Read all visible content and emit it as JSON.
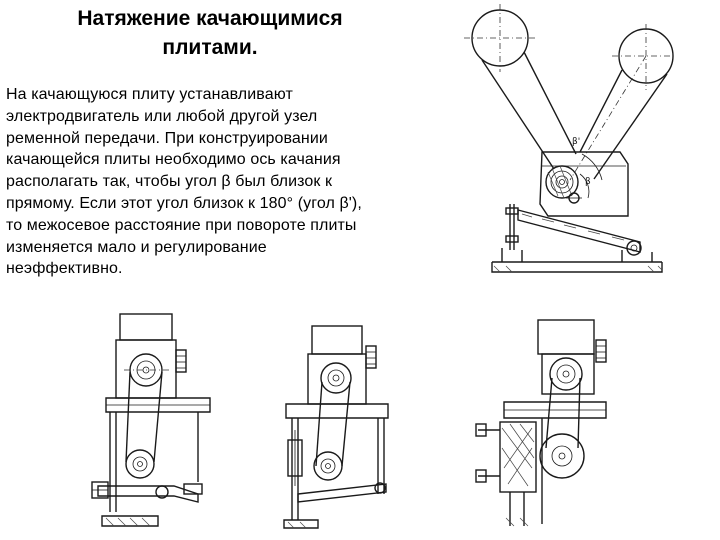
{
  "title_lines": [
    "Натяжение качающимися",
    "плитами."
  ],
  "body_lines": [
    "На качающуюся плиту устанавливают",
    "электродвигатель или любой другой узел",
    "ременной передачи. При конструировании",
    "качающейся плиты необходимо ось качания",
    "располагать так, чтобы угол β  был близок к",
    "прямому. Если этот угол близок к 180° (угол β'),",
    "то межосевое расстояние при повороте плиты",
    "изменяется мало и регулирование",
    "неэффективно."
  ],
  "figure_labels": {
    "beta": "β",
    "beta_prime": "β'"
  },
  "drawings": [
    "pulley-drive-diagram",
    "swing-plate-drawing-1",
    "swing-plate-drawing-2",
    "swing-plate-drawing-3"
  ]
}
